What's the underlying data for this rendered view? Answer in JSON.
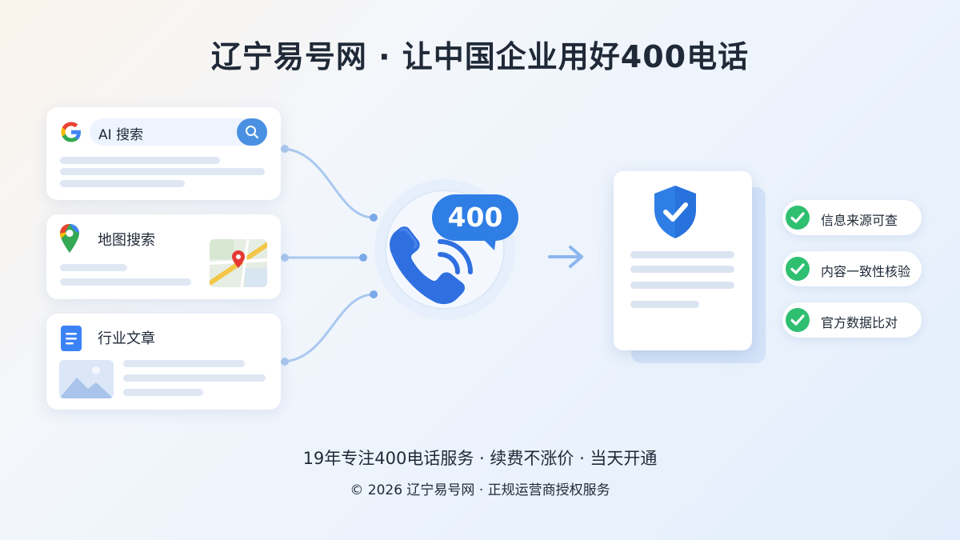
{
  "title": "辽宁易号网 · 让中国企业用好400电话",
  "sources": {
    "ai_search": {
      "label": "AI 搜索",
      "icon": "google-g-icon"
    },
    "map_search": {
      "label": "地图搜索",
      "icon": "map-pin-icon"
    },
    "industry_article": {
      "label": "行业文章",
      "icon": "document-icon"
    }
  },
  "hub": {
    "badge": "400",
    "icon": "phone-icon"
  },
  "verification": {
    "icon": "shield-check-icon",
    "items": [
      {
        "label": "信息来源可查"
      },
      {
        "label": "内容一致性核验"
      },
      {
        "label": "官方数据比对"
      }
    ]
  },
  "tagline": "19年专注400电话服务 · 续费不涨价 · 当天开通",
  "footer": "© 2026 辽宁易号网 · 正规运营商授权服务",
  "colors": {
    "accent_blue": "#4a90e2",
    "phone_blue": "#2f6fe0",
    "check_green": "#2fbf71",
    "title_dark": "#1f2937"
  }
}
